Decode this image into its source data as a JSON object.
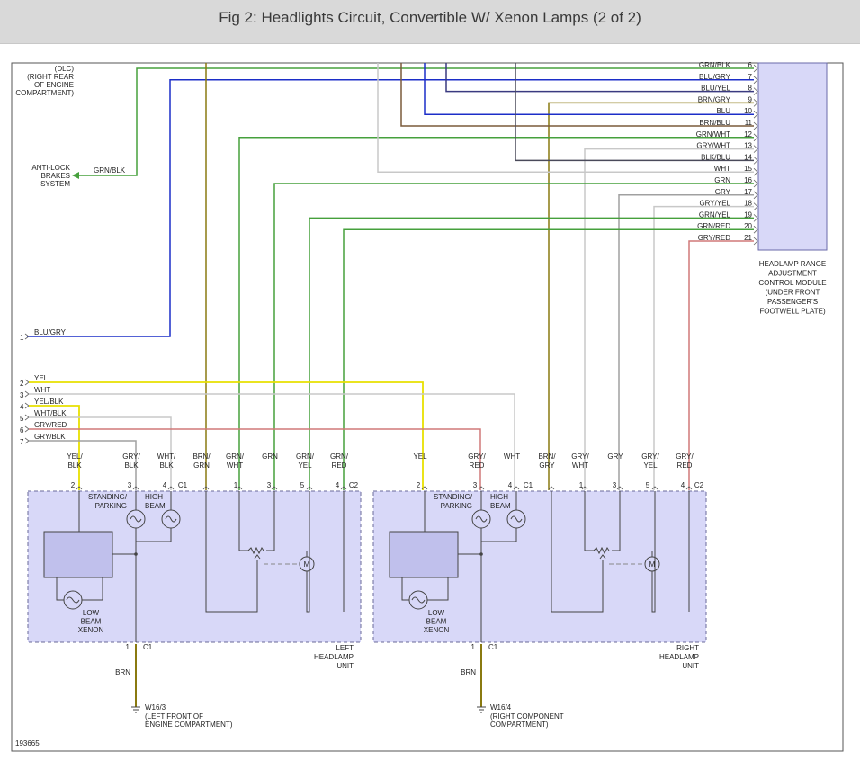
{
  "title": "Fig 2: Headlights Circuit, Convertible W/ Xenon Lamps (2 of 2)",
  "figure_id": "193665",
  "colors": {
    "GRN": "#46a03c",
    "BLU": "#1c2ec8",
    "BRN": "#7a5a3a",
    "YEL": "#e8e000",
    "WHT": "#c8c8c8",
    "GRY": "#a0a0a0",
    "RED": "#d07878",
    "BLK": "#333333",
    "OLIVE": "#8a7a10",
    "DARKGRAY": "#4a4a5a",
    "NAVY": "#3a3a80"
  },
  "dlc": [
    "(DLC)",
    "(RIGHT REAR",
    "OF ENGINE",
    "COMPARTMENT)"
  ],
  "abs": [
    "ANTI-LOCK",
    "BRAKES",
    "SYSTEM"
  ],
  "abs_wire": "GRN/BLK",
  "module_label": [
    "HEADLAMP RANGE",
    "ADJUSTMENT",
    "CONTROL MODULE",
    "(UNDER FRONT",
    "PASSENGER'S",
    "FOOTWELL PLATE)"
  ],
  "module_pins": [
    {
      "pin": "6",
      "label": "GRN/BLK"
    },
    {
      "pin": "7",
      "label": "BLU/GRY"
    },
    {
      "pin": "8",
      "label": "BLU/YEL"
    },
    {
      "pin": "9",
      "label": "BRN/GRY"
    },
    {
      "pin": "10",
      "label": "BLU"
    },
    {
      "pin": "11",
      "label": "BRN/BLU"
    },
    {
      "pin": "12",
      "label": "GRN/WHT"
    },
    {
      "pin": "13",
      "label": "GRY/WHT"
    },
    {
      "pin": "14",
      "label": "BLK/BLU"
    },
    {
      "pin": "15",
      "label": "WHT"
    },
    {
      "pin": "16",
      "label": "GRN"
    },
    {
      "pin": "17",
      "label": "GRY"
    },
    {
      "pin": "18",
      "label": "GRY/YEL"
    },
    {
      "pin": "19",
      "label": "GRN/YEL"
    },
    {
      "pin": "20",
      "label": "GRN/RED"
    },
    {
      "pin": "21",
      "label": "GRY/RED"
    }
  ],
  "left_pins": [
    {
      "pin": "1",
      "label": "BLU/GRY"
    },
    {
      "pin": "2",
      "label": "YEL"
    },
    {
      "pin": "3",
      "label": "WHT"
    },
    {
      "pin": "4",
      "label": "YEL/BLK"
    },
    {
      "pin": "5",
      "label": "WHT/BLK"
    },
    {
      "pin": "6",
      "label": "GRY/RED"
    },
    {
      "pin": "7",
      "label": "GRY/BLK"
    }
  ],
  "left_unit": {
    "wires": [
      {
        "l1": "YEL/",
        "l2": "BLK"
      },
      {
        "l1": "GRY/",
        "l2": "BLK"
      },
      {
        "l1": "WHT/",
        "l2": "BLK"
      },
      {
        "l1": "BRN/",
        "l2": "GRN"
      },
      {
        "l1": "GRN/",
        "l2": "WHT"
      },
      {
        "l1": "GRN",
        "l2": ""
      },
      {
        "l1": "GRN/",
        "l2": "YEL"
      },
      {
        "l1": "GRN/",
        "l2": "RED"
      }
    ],
    "pins": [
      "2",
      "3",
      "4",
      "C1",
      "1",
      "3",
      "5",
      "4",
      "C2"
    ],
    "standing": [
      "STANDING/",
      "PARKING"
    ],
    "high": [
      "HIGH",
      "BEAM"
    ],
    "low": [
      "LOW",
      "BEAM",
      "XENON"
    ],
    "motor": "M",
    "name": [
      "LEFT",
      "HEADLAMP",
      "UNIT"
    ],
    "bottom_pin": "1",
    "bottom_conn": "C1",
    "ground_wire": "BRN",
    "ground_id": "W16/3",
    "ground_loc": [
      "(LEFT FRONT OF",
      "ENGINE COMPARTMENT)"
    ]
  },
  "right_unit": {
    "wires": [
      {
        "l1": "YEL",
        "l2": ""
      },
      {
        "l1": "GRY/",
        "l2": "RED"
      },
      {
        "l1": "WHT",
        "l2": ""
      },
      {
        "l1": "BRN/",
        "l2": "GRY"
      },
      {
        "l1": "GRY/",
        "l2": "WHT"
      },
      {
        "l1": "GRY",
        "l2": ""
      },
      {
        "l1": "GRY/",
        "l2": "YEL"
      },
      {
        "l1": "GRY/",
        "l2": "RED"
      }
    ],
    "pins": [
      "2",
      "3",
      "4",
      "C1",
      "1",
      "3",
      "5",
      "4",
      "C2"
    ],
    "standing": [
      "STANDING/",
      "PARKING"
    ],
    "high": [
      "HIGH",
      "BEAM"
    ],
    "low": [
      "LOW",
      "BEAM",
      "XENON"
    ],
    "motor": "M",
    "name": [
      "RIGHT",
      "HEADLAMP",
      "UNIT"
    ],
    "bottom_pin": "1",
    "bottom_conn": "C1",
    "ground_wire": "BRN",
    "ground_id": "W16/4",
    "ground_loc": [
      "(RIGHT COMPONENT",
      "COMPARTMENT)"
    ]
  }
}
